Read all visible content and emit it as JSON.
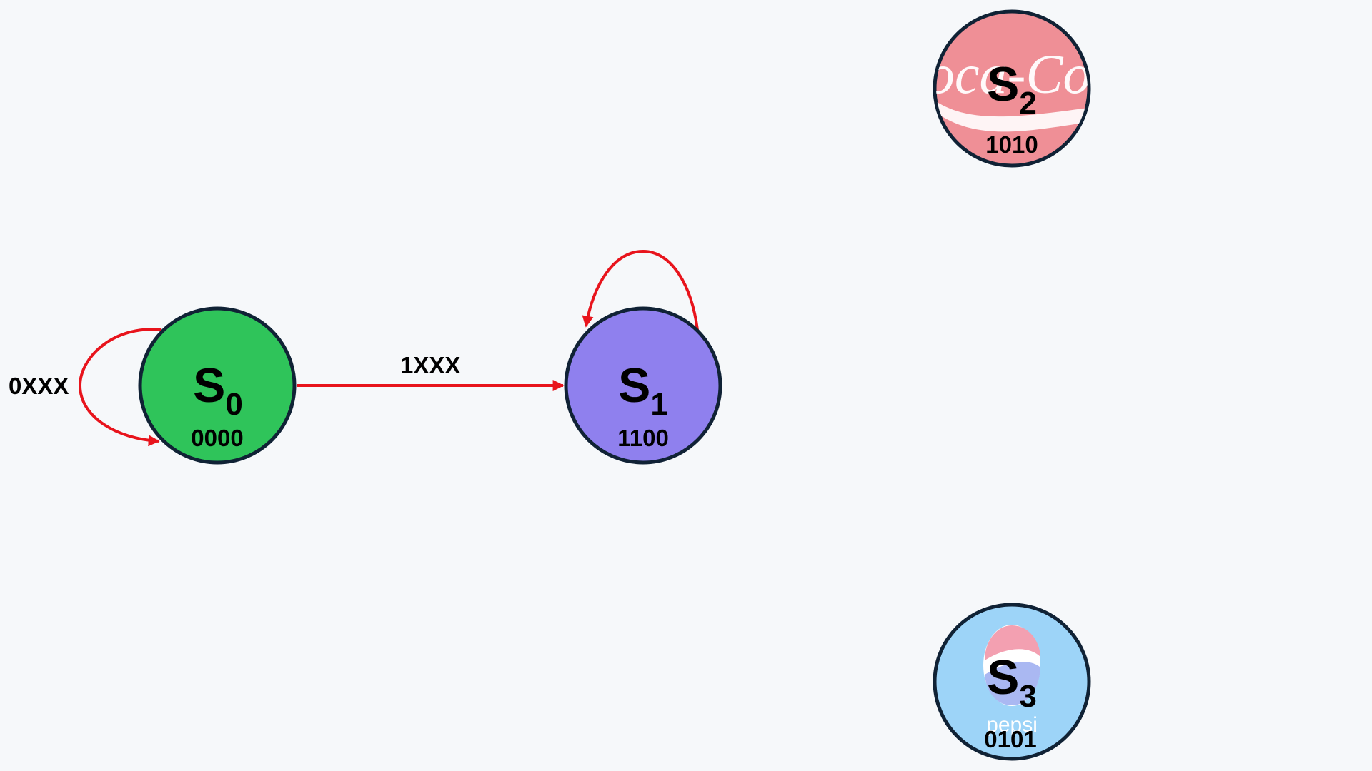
{
  "diagram": {
    "colors": {
      "background": "#f6f8fa",
      "edge": "#e8141c",
      "node_border": "#102235"
    },
    "states": [
      {
        "id": "s0",
        "letter": "S",
        "index": "0",
        "code": "0000",
        "fill": "#2fc45a",
        "logo": ""
      },
      {
        "id": "s1",
        "letter": "S",
        "index": "1",
        "code": "1100",
        "fill": "#8f80ee",
        "logo": ""
      },
      {
        "id": "s2",
        "letter": "S",
        "index": "2",
        "code": "1010",
        "fill": "#ef8f96",
        "logo": "coca-cola-logo"
      },
      {
        "id": "s3",
        "letter": "S",
        "index": "3",
        "code": "0101",
        "fill": "#9dd4f8",
        "logo": "pepsi-logo"
      }
    ],
    "transitions": [
      {
        "from": "s0",
        "to": "s0",
        "label": "0XXX"
      },
      {
        "from": "s0",
        "to": "s1",
        "label": "1XXX"
      },
      {
        "from": "s1",
        "to": "s1",
        "label": ""
      }
    ],
    "logos": {
      "coca_cola_text": "Coca-Cola",
      "pepsi_text": "pepsi"
    }
  }
}
